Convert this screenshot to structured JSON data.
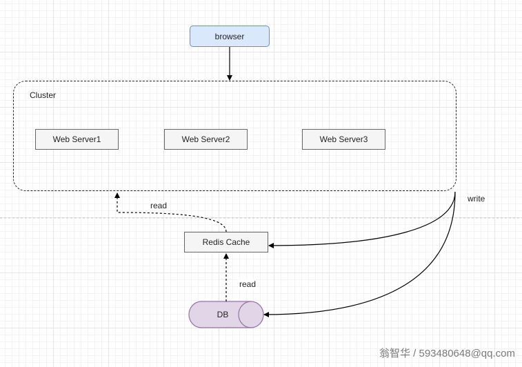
{
  "diagram": {
    "browser_label": "browser",
    "cluster_label": "Cluster",
    "servers": [
      "Web Server1",
      "Web Server2",
      "Web Server3"
    ],
    "cache_label": "Redis Cache",
    "db_label": "DB",
    "edge_labels": {
      "cache_to_cluster": "read",
      "db_to_cache": "read",
      "cluster_writes": "write"
    }
  },
  "watermark": "翁智华 / 593480648@qq.com",
  "colors": {
    "browser_fill": "#dae8fc",
    "browser_stroke": "#6c8ebf",
    "box_fill": "#f5f5f5",
    "box_stroke": "#666666",
    "db_fill": "#e1d5e7",
    "db_stroke": "#9673a6",
    "edge": "#000000"
  }
}
